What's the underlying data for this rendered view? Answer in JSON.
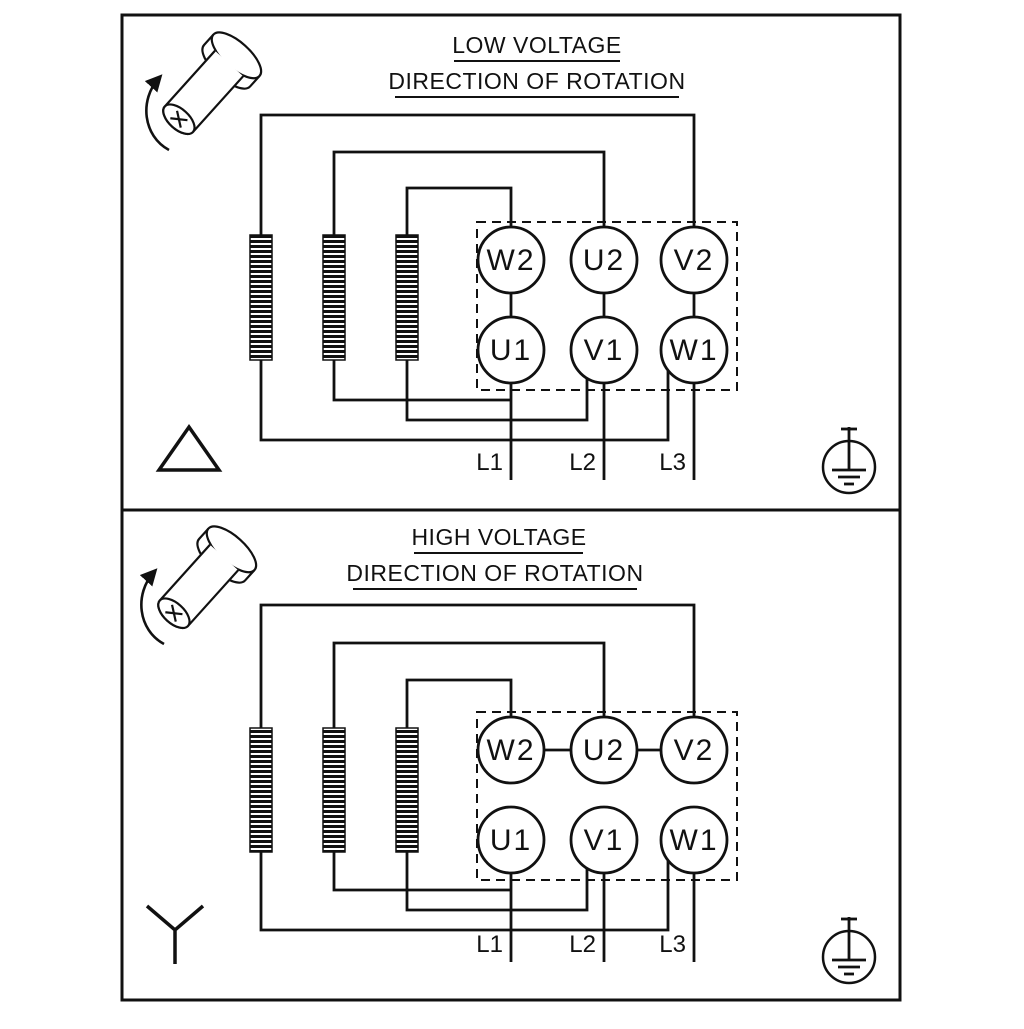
{
  "panels": [
    {
      "id": "low-voltage",
      "title": "LOW VOLTAGE",
      "subtitle": "DIRECTION OF ROTATION",
      "connection": "delta",
      "terminals": {
        "top_row": [
          "W2",
          "U2",
          "V2"
        ],
        "bottom_row": [
          "U1",
          "V1",
          "W1"
        ]
      },
      "supply_labels": [
        "L1",
        "L2",
        "L3"
      ]
    },
    {
      "id": "high-voltage",
      "title": "HIGH VOLTAGE",
      "subtitle": "DIRECTION OF ROTATION",
      "connection": "star",
      "terminals": {
        "top_row": [
          "W2",
          "U2",
          "V2"
        ],
        "bottom_row": [
          "U1",
          "V1",
          "W1"
        ]
      },
      "supply_labels": [
        "L1",
        "L2",
        "L3"
      ]
    }
  ],
  "symbols": {
    "low_voltage_connection": "delta-symbol",
    "high_voltage_connection": "star-symbol",
    "earth": "protective-earth-ground-symbol",
    "rotation": "shaft-rotation-direction-icon"
  },
  "colors": {
    "line": "#111111",
    "background": "#ffffff"
  }
}
